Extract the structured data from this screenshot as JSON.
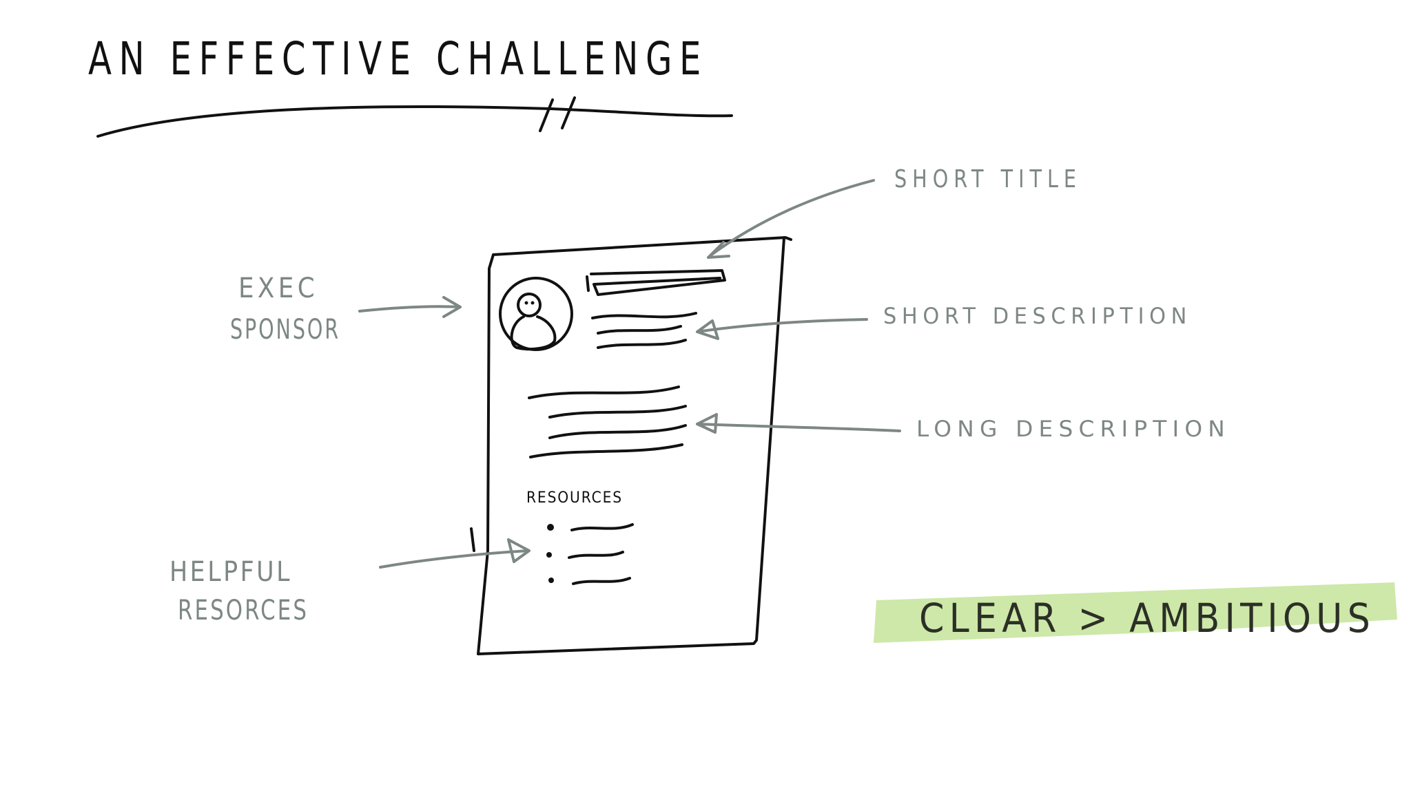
{
  "title": "An effective challenge",
  "annotations": {
    "short_title": "Short title",
    "exec_line1": "Exec",
    "exec_line2": "Sponsor",
    "short_description": "Short description",
    "long_description": "Long description",
    "helpful_line1": "Helpful",
    "helpful_line2": "Resorces"
  },
  "card": {
    "resources_heading": "Resources"
  },
  "highlight": {
    "text": "CLEAR > AMBITIOUS",
    "color": "#cde8a8"
  },
  "colors": {
    "ink": "#111111",
    "annotation": "#7d8784",
    "highlight_text": "#2c2f27"
  }
}
